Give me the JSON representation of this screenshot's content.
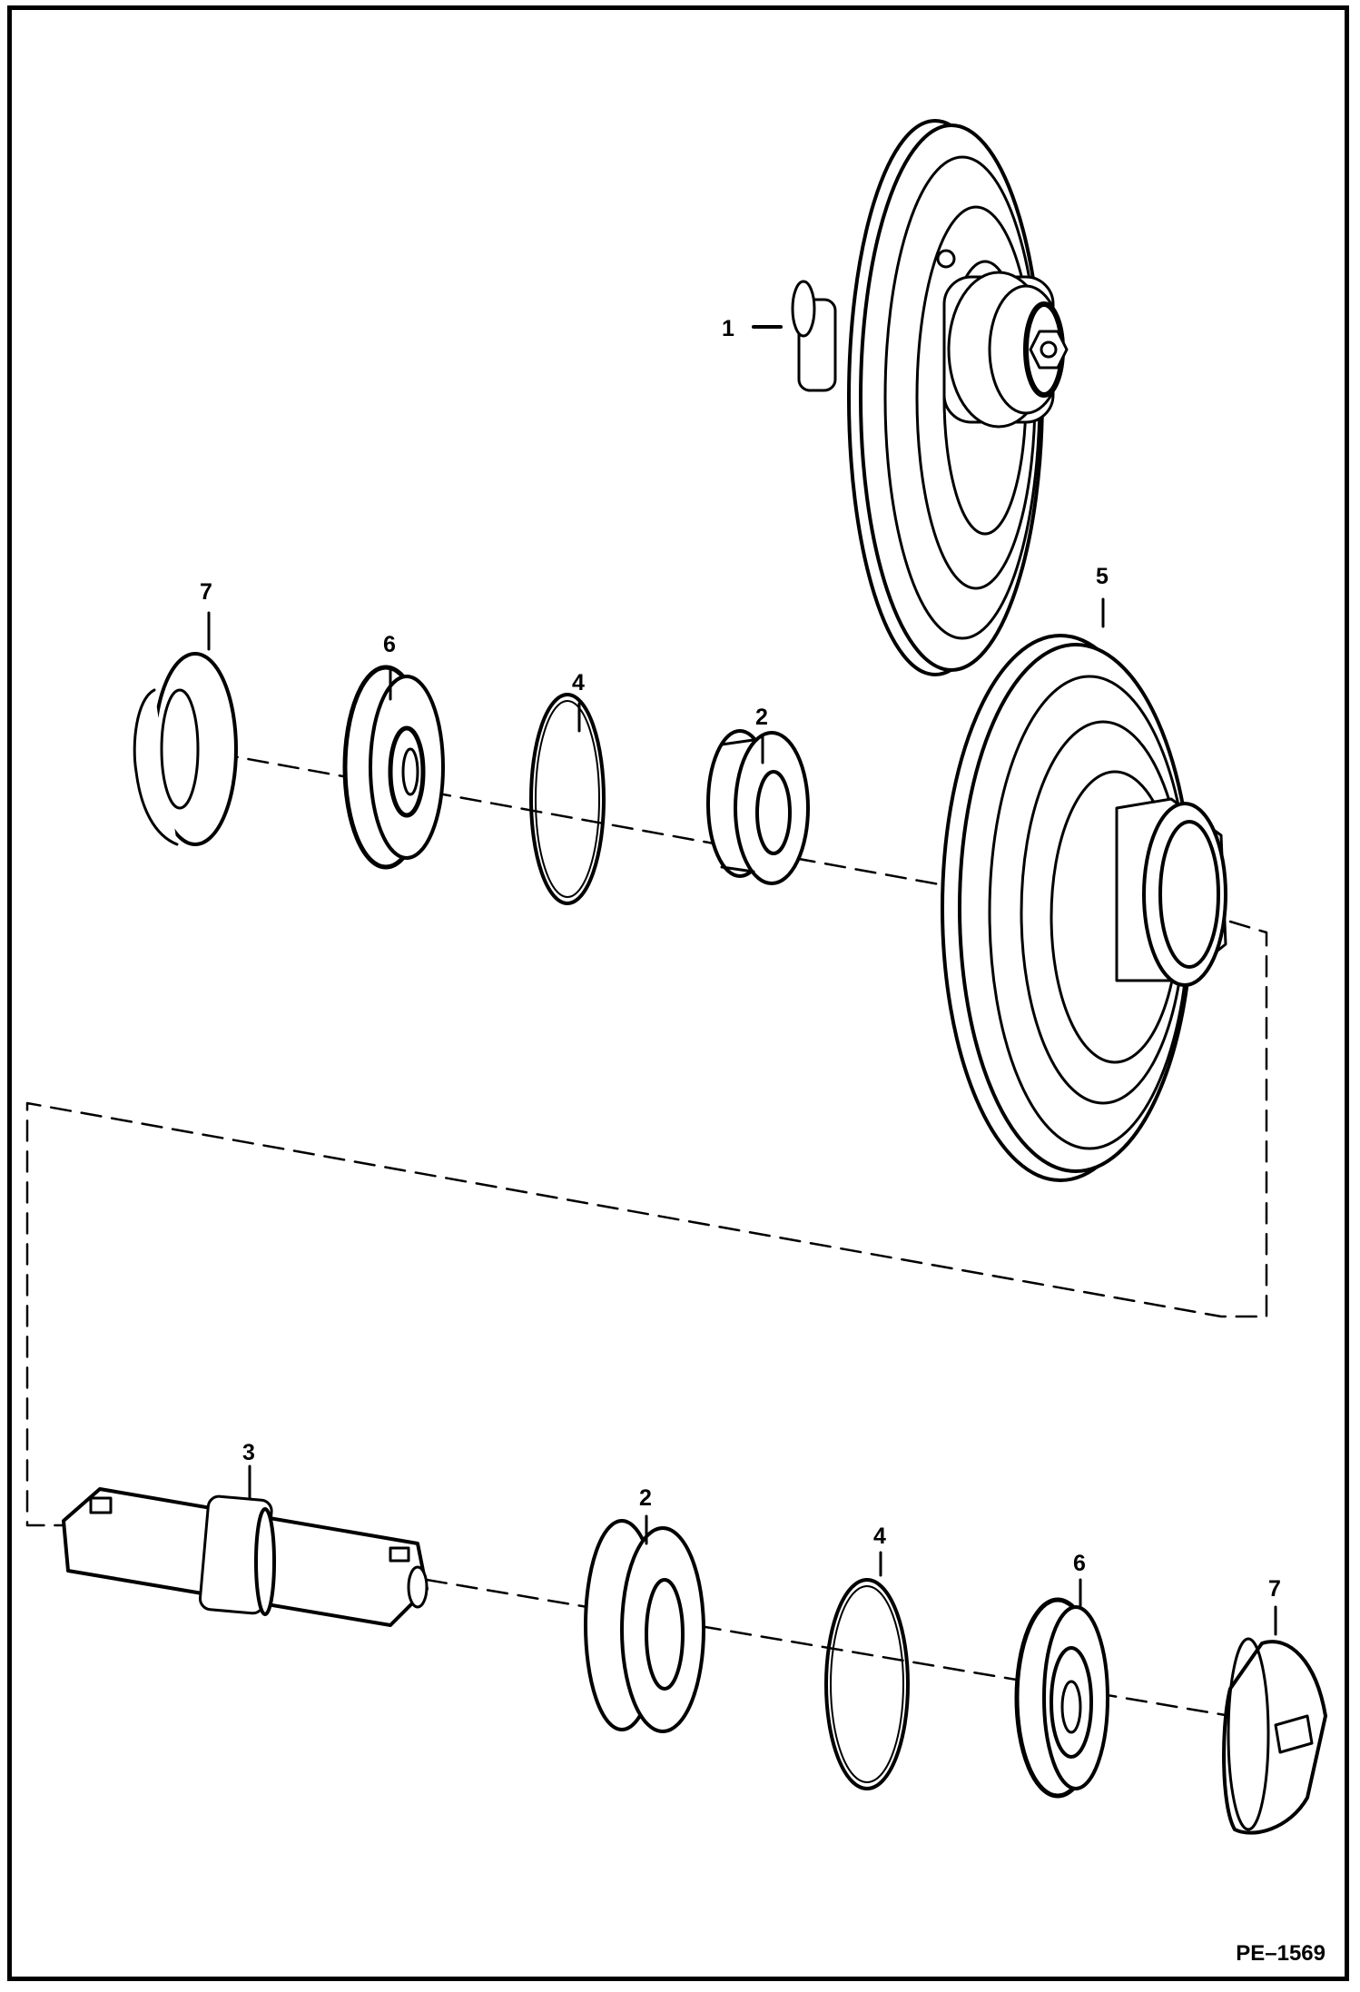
{
  "figure": {
    "id": "PE–1569"
  },
  "callouts": {
    "c1": "1",
    "c7_top": "7",
    "c6_top": "6",
    "c4_top": "4",
    "c2_top": "2",
    "c5": "5",
    "c3": "3",
    "c2_bottom": "2",
    "c4_bottom": "4",
    "c6_bottom": "6",
    "c7_bottom": "7"
  },
  "colors": {
    "line": "#000000",
    "background": "#ffffff"
  }
}
